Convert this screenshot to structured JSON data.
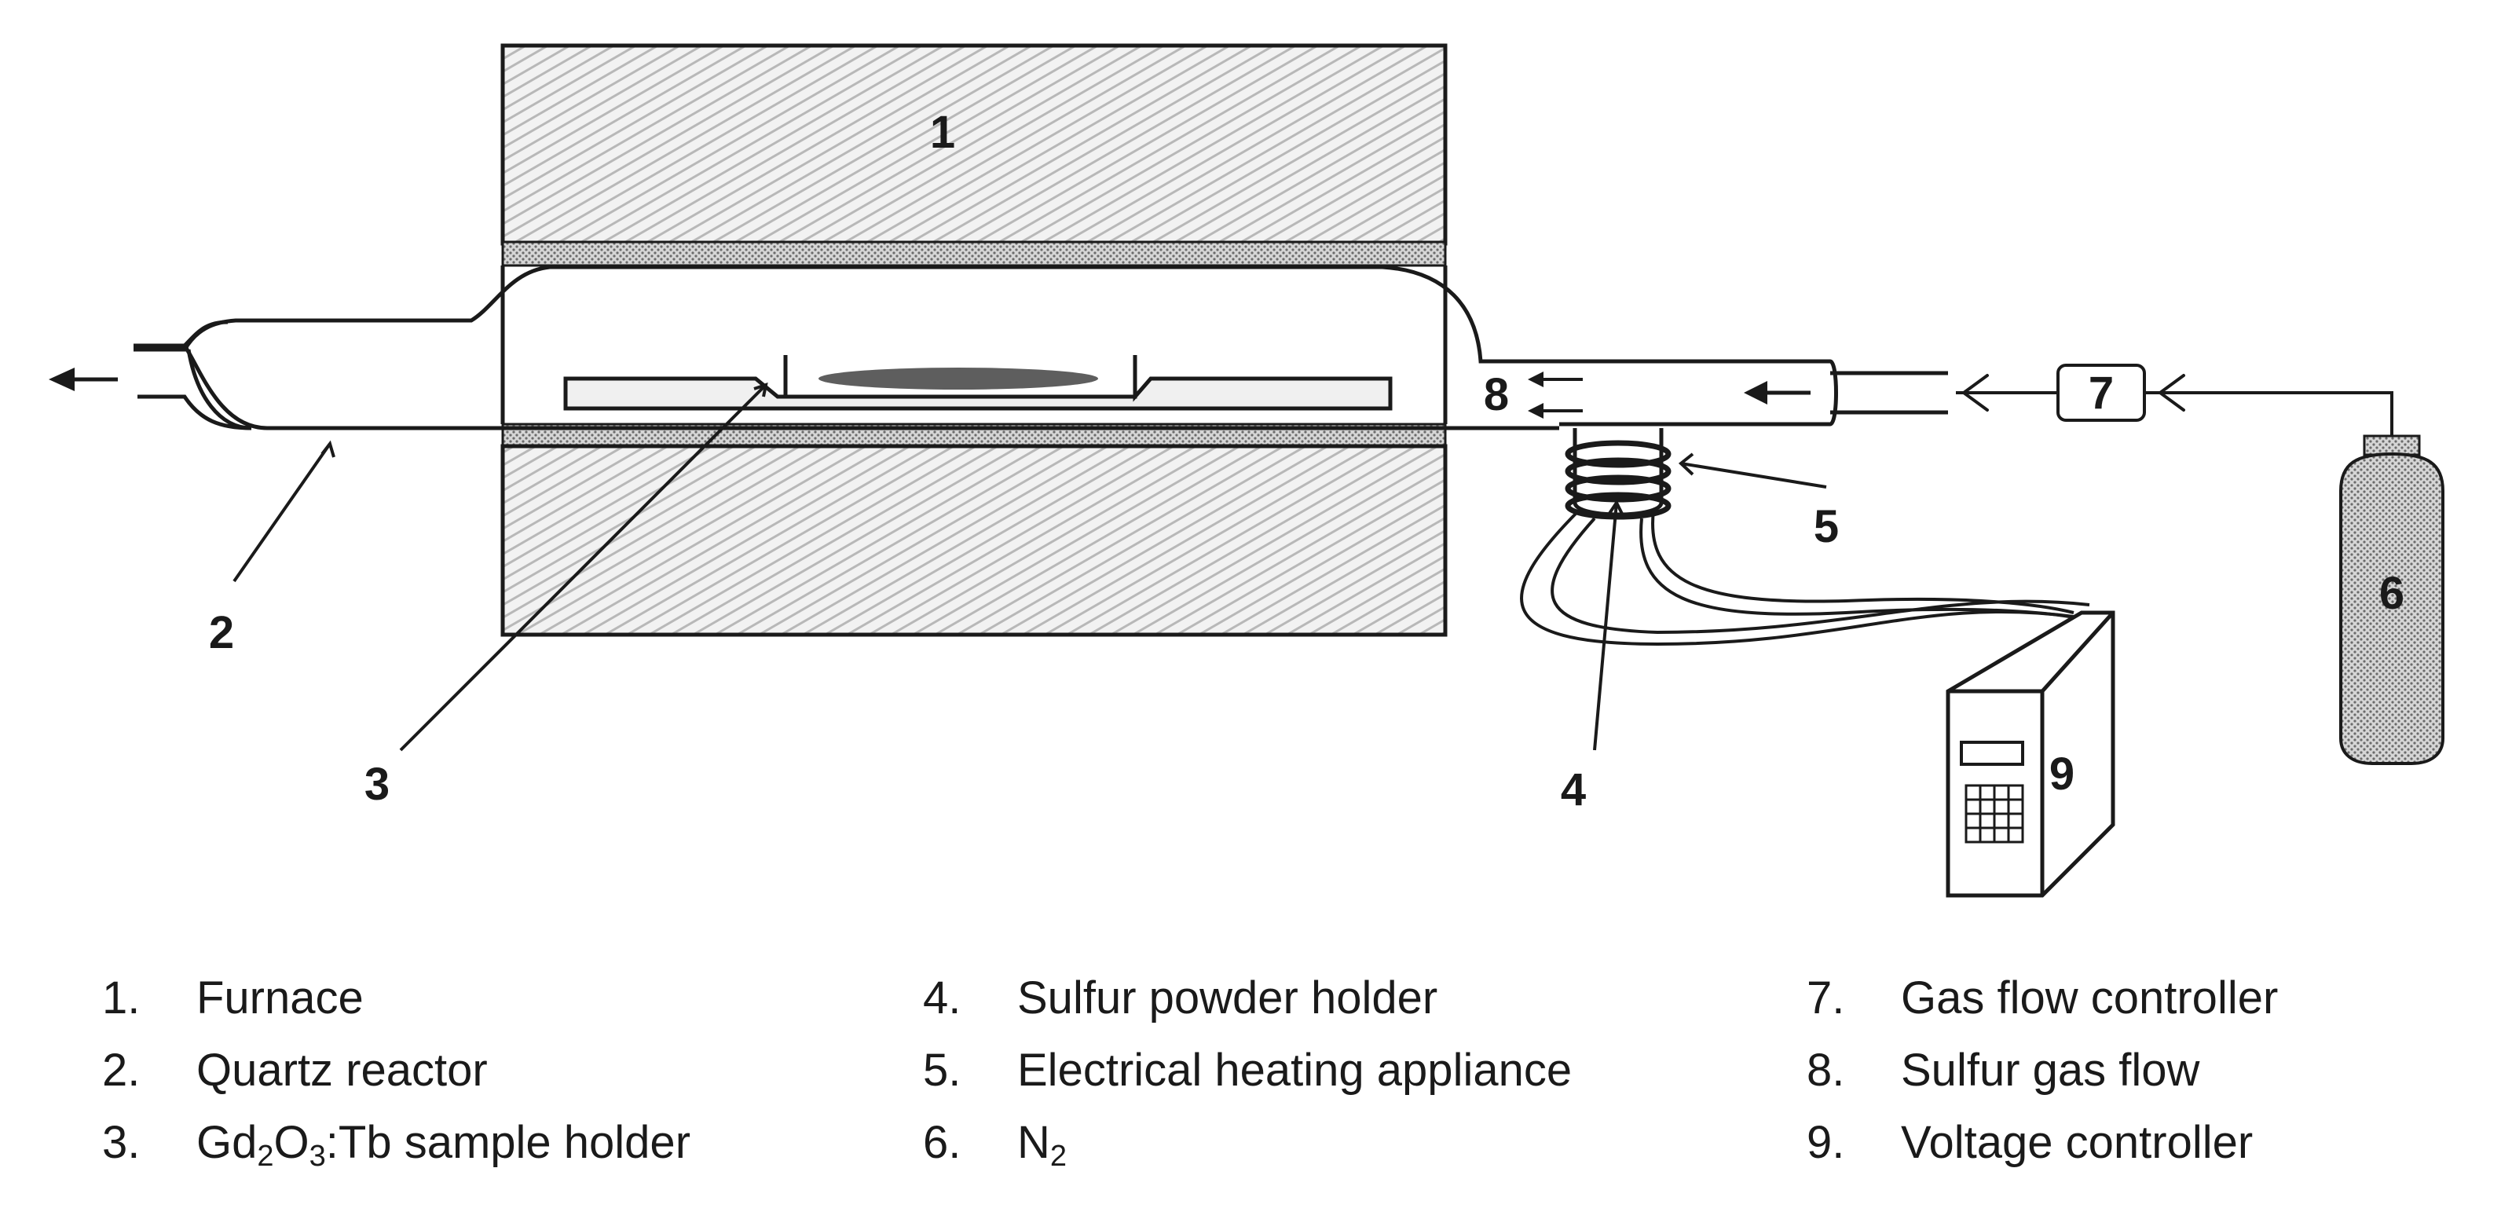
{
  "diagram": {
    "labels": {
      "furnace": "1",
      "quartz_reactor": "2",
      "sample_holder": "3",
      "sulfur_holder": "4",
      "heating_appliance": "5",
      "n2_cylinder": "6",
      "gas_flow_controller": "7",
      "sulfur_gas_flow": "8",
      "voltage_controller": "9"
    }
  },
  "legend": {
    "col1": [
      {
        "num": "1.",
        "text": "Furnace"
      },
      {
        "num": "2.",
        "text": "Quartz reactor"
      },
      {
        "num": "3.",
        "text_a": "Gd",
        "sub_a": "2",
        "text_b": "O",
        "sub_b": "3",
        "text_c": ":Tb sample holder"
      }
    ],
    "col2": [
      {
        "num": "4.",
        "text": "Sulfur powder holder"
      },
      {
        "num": "5.",
        "text": "Electrical heating appliance"
      },
      {
        "num": "6.",
        "text_a": "N",
        "sub_a": "2"
      }
    ],
    "col3": [
      {
        "num": "7.",
        "text": "Gas flow controller"
      },
      {
        "num": "8.",
        "text": "Sulfur gas flow"
      },
      {
        "num": "9.",
        "text": "Voltage controller"
      }
    ]
  }
}
